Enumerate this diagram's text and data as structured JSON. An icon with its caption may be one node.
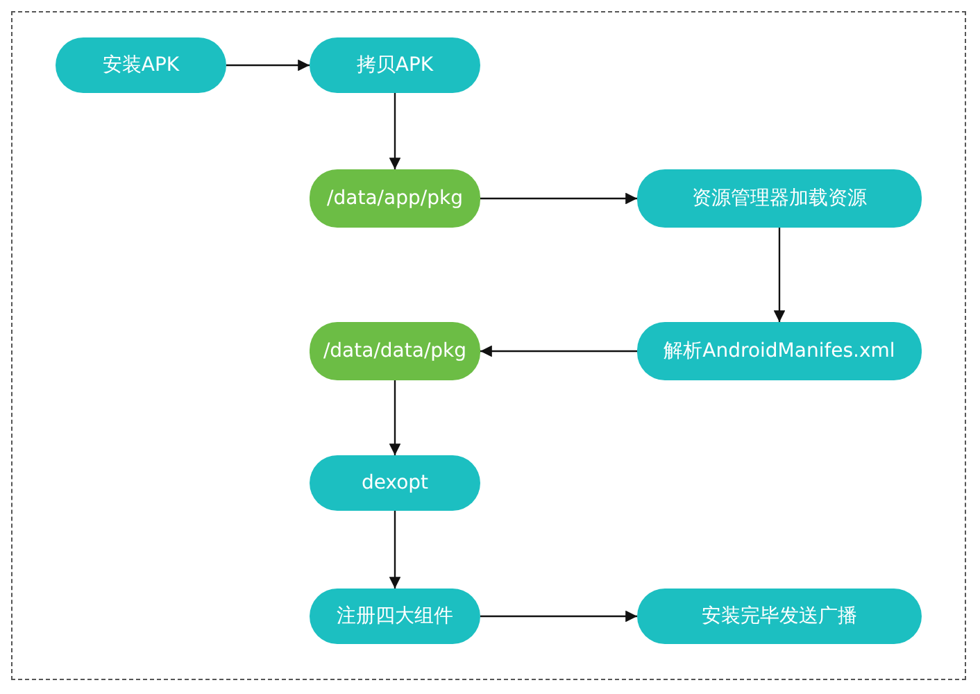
{
  "diagram": {
    "nodes": [
      {
        "text": [
          "安装APK"
        ]
      },
      {
        "text": [
          "拷贝APK"
        ]
      },
      {
        "text": [
          "/data/app/pkg"
        ]
      },
      {
        "text": [
          "资源管理器加载资源"
        ]
      },
      {
        "text": [
          "解析AndroidManifes.xml"
        ]
      },
      {
        "text": [
          "/data/data/pkg"
        ]
      },
      {
        "text": [
          "dexopt"
        ]
      },
      {
        "text": [
          "注册四大组件"
        ]
      },
      {
        "text": [
          "安装完毕发送广播"
        ]
      }
    ],
    "edges": [
      {
        "from": 0,
        "to": 1,
        "arrow": "to"
      },
      {
        "from": 1,
        "to": 2,
        "arrow": "to"
      },
      {
        "from": 2,
        "to": 3,
        "arrow": "to"
      },
      {
        "from": 3,
        "to": 4,
        "arrow": "to"
      },
      {
        "from": 4,
        "to": 5,
        "arrow": "to"
      },
      {
        "from": 5,
        "to": 6,
        "arrow": "to"
      },
      {
        "from": 6,
        "to": 7,
        "arrow": "to"
      },
      {
        "from": 7,
        "to": 8,
        "arrow": "to"
      }
    ]
  }
}
